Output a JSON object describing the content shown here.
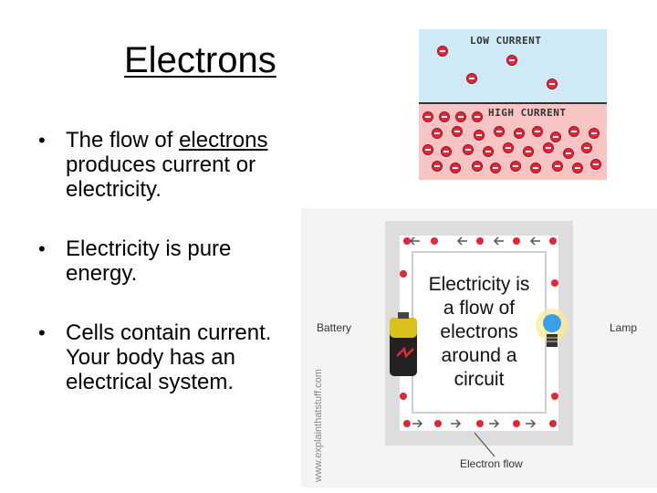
{
  "slide": {
    "title": "Electrons",
    "bullets": [
      {
        "before": "The flow of ",
        "underlined": "electrons",
        "after": " produces current or electricity."
      },
      {
        "before": "Electricity is pure energy.",
        "underlined": "",
        "after": ""
      },
      {
        "before": "Cells contain current. Your body has an electrical system.",
        "underlined": "",
        "after": ""
      }
    ]
  },
  "current_figure": {
    "low_label": "LOW CURRENT",
    "high_label": "HIGH CURRENT"
  },
  "circuit_figure": {
    "center_text": [
      "Electricity is",
      "a flow of",
      "electrons",
      "around a",
      "circuit"
    ],
    "battery_label": "Battery",
    "lamp_label": "Lamp",
    "flow_label": "Electron flow",
    "watermark": "www.explainthatstuff.com"
  },
  "colors": {
    "electron": "#e0283a",
    "low_bg": "#cfe9f7",
    "high_bg": "#f9c4c4"
  }
}
